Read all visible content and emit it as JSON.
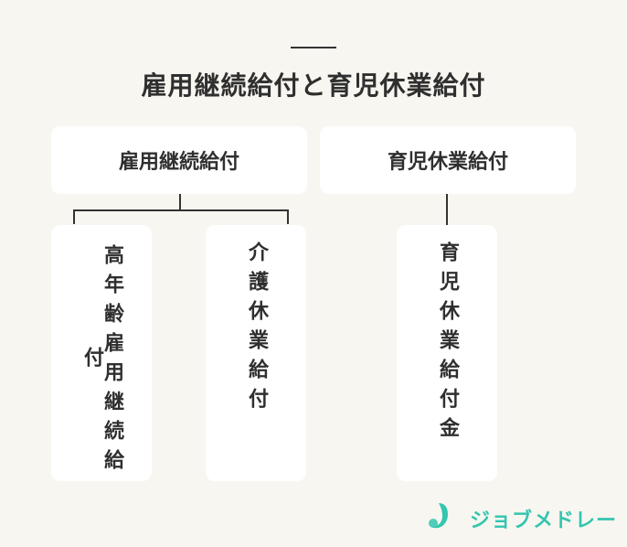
{
  "title": "雇用継続給付と育児休業給付",
  "left": {
    "label": "雇用継続給付",
    "children": [
      "高年齢雇用継続給付",
      "介護休業給付"
    ]
  },
  "right": {
    "label": "育児休業給付",
    "children": [
      "育児休業給付金"
    ]
  },
  "logo": {
    "text": "ジョブメドレー",
    "color": "#34c5b0"
  }
}
